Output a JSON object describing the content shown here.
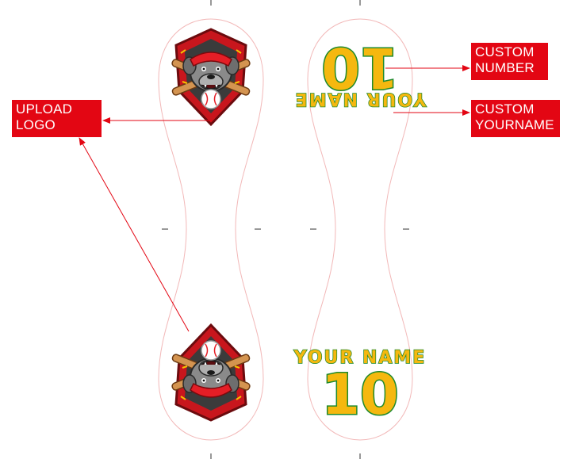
{
  "callouts": {
    "upload_logo": {
      "line1": "UPLOAD",
      "line2": "LOGO"
    },
    "custom_number": {
      "line1": "CUSTOM",
      "line2": "NUMBER"
    },
    "custom_name": {
      "line1": "CUSTOM",
      "line2": "YOURNAME"
    }
  },
  "jersey": {
    "player_name": "YOUR NAME",
    "player_number": "10"
  },
  "logo": {
    "icon": "bulldog-baseball-mascot-icon"
  },
  "colors": {
    "callout_red": "#e30613",
    "number_fill": "#f5b80f",
    "number_outline": "#1f8a2c",
    "cut_line": "#f2b8b8",
    "shield_red": "#c8161d",
    "shield_dark": "#3b3b3b",
    "bat": "#d49450"
  }
}
